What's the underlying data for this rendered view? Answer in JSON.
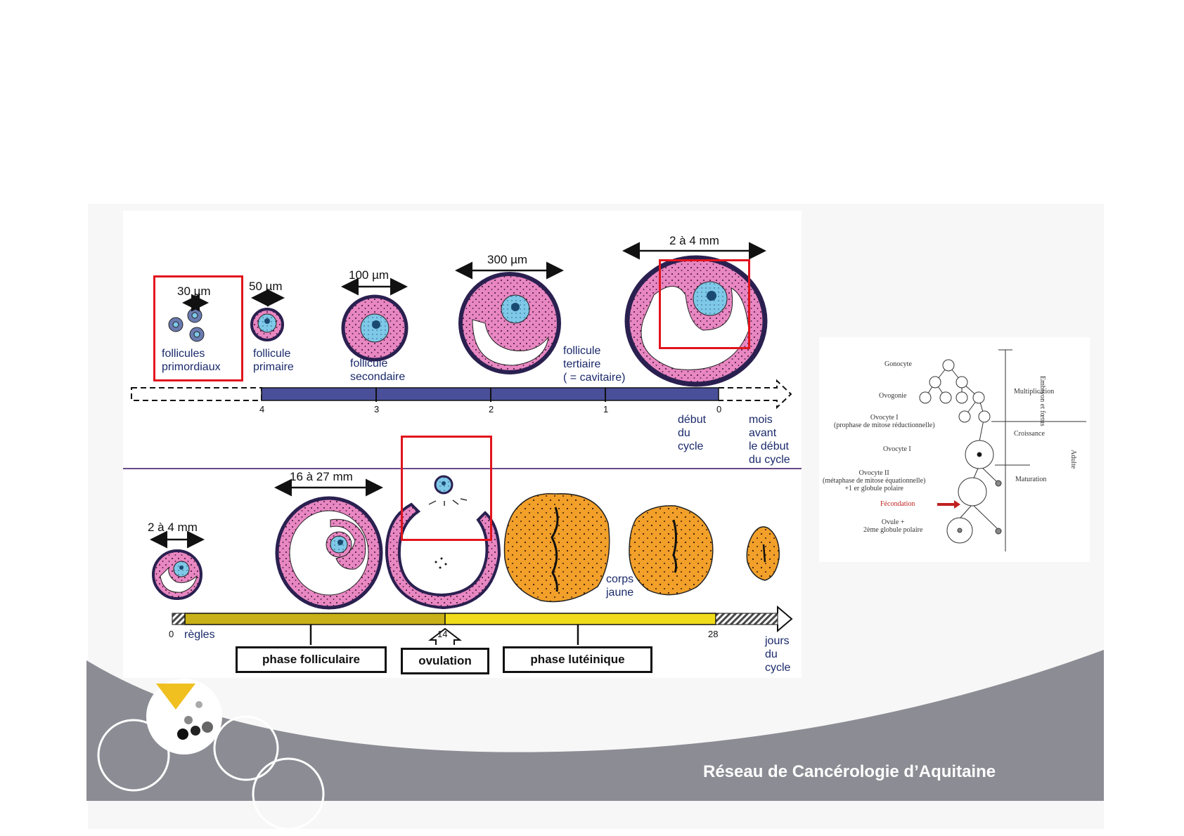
{
  "top_row": {
    "dims": [
      "30 µm",
      "50 µm",
      "100 µm",
      "300 µm",
      "2 à 4 mm"
    ],
    "follicles": [
      {
        "line1": "follicules",
        "line2": "primordiaux"
      },
      {
        "line1": "follicule",
        "line2": "primaire"
      },
      {
        "line1": "follicule",
        "line2": "secondaire"
      },
      {
        "line1": "follicule",
        "line2": "tertiaire",
        "line3": "( = cavitaire)"
      }
    ],
    "ticks": [
      "4",
      "3",
      "2",
      "1",
      "0"
    ],
    "start_label": [
      "début",
      "du",
      "cycle"
    ],
    "unit_label": [
      "mois",
      "avant",
      "le début",
      "du cycle"
    ]
  },
  "bottom_row": {
    "dims": [
      "2 à 4 mm",
      "16 à 27 mm"
    ],
    "corpus_label": [
      "corps",
      "jaune"
    ],
    "ticks": [
      "0",
      "14",
      "28"
    ],
    "regles": "règles",
    "unit_label": [
      "jours",
      "du",
      "cycle"
    ],
    "phases": [
      "phase folliculaire",
      "ovulation",
      "phase lutéinique"
    ]
  },
  "ovogenesis": {
    "stages": [
      "Gonocyte",
      "Ovogonie",
      "Ovocyte I",
      "(prophase de mitose réductionnelle)",
      "Ovocyte I",
      "Ovocyte II",
      "(métaphase de mitose équationnelle)",
      "+1 er globule polaire",
      "Fécondation",
      "Ovule +",
      "2ème globule polaire"
    ],
    "phases": [
      "Multiplication",
      "Croissance",
      "Maturation"
    ],
    "periods": [
      "Embryon et fœtus",
      "Adulte"
    ]
  },
  "footer": {
    "text": "Réseau de Cancérologie d’Aquitaine"
  },
  "colors": {
    "follicle_pink": "#e887c2",
    "oocyte_blue": "#7ec8e8",
    "corpus_orange": "#f2a02a",
    "timeline_blue": "#4a4f9a",
    "timeline_yellow": "#f0dc1a",
    "highlight_red": "#e1141e",
    "footer_grey": "#8c8c94"
  }
}
